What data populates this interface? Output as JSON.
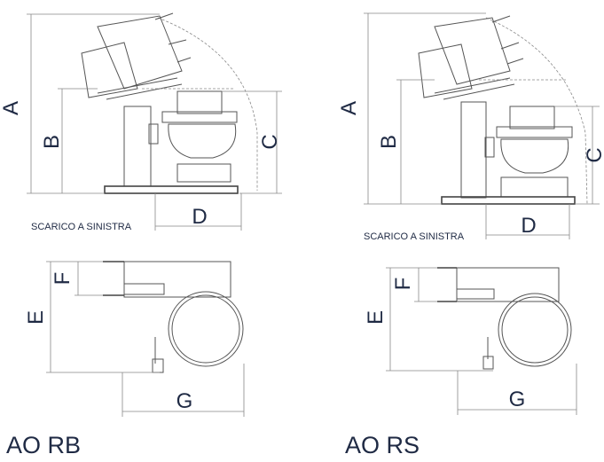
{
  "diagrams": [
    {
      "model": "AO RB",
      "caption": "SCARICO A SINISTRA",
      "dims": {
        "A": "A",
        "B": "B",
        "C": "C",
        "D": "D",
        "E": "E",
        "F": "F",
        "G": "G"
      }
    },
    {
      "model": "AO RS",
      "caption": "SCARICO A SINISTRA",
      "dims": {
        "A": "A",
        "B": "B",
        "C": "C",
        "D": "D",
        "E": "E",
        "F": "F",
        "G": "G"
      }
    }
  ],
  "colors": {
    "text": "#1f2a44",
    "line": "#555555",
    "dimension": "#888888"
  }
}
